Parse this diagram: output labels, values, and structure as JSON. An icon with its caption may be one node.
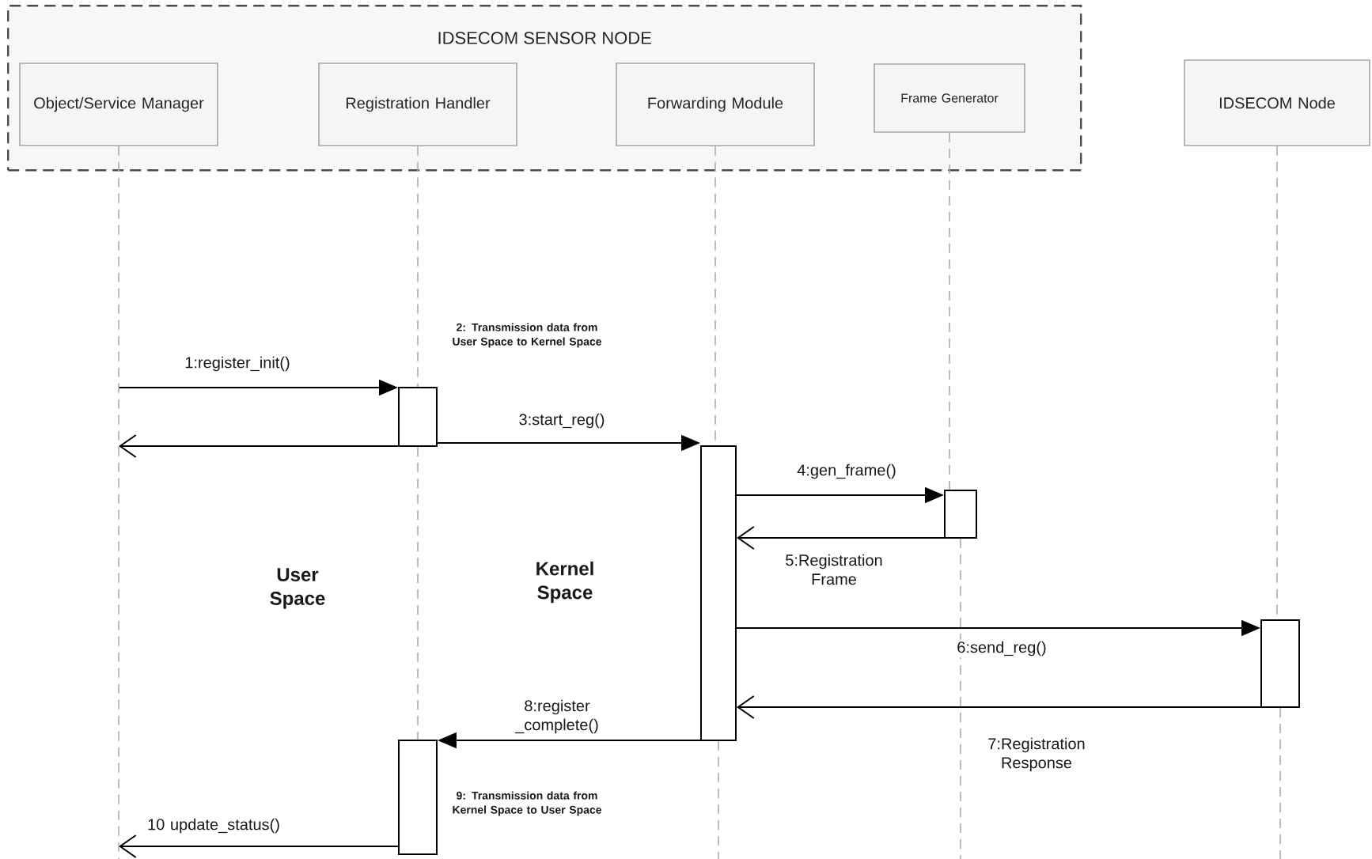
{
  "diagram": {
    "nodes": [
      {
        "text": [
          "IDSECOM SENSOR NODE"
        ]
      },
      {
        "text": [
          "Object/Service Manager"
        ],
        "in": 0
      },
      {
        "text": [
          "Registration Handler"
        ],
        "in": 0
      },
      {
        "text": [
          "Forwarding Module"
        ],
        "in": 0
      },
      {
        "text": [
          "Frame Generator"
        ],
        "in": 0
      },
      {
        "text": [
          "IDSECOM Node"
        ]
      },
      {
        "text": [],
        "shape": "bar",
        "beside": [
          "2: Transmission data from User Space to Kernel Space"
        ]
      },
      {
        "text": [],
        "shape": "bar"
      },
      {
        "text": [],
        "shape": "bar"
      },
      {
        "text": [],
        "shape": "bar"
      },
      {
        "text": [],
        "shape": "bar",
        "beside": [
          "9: Transmission data from Kernel Space to User Space"
        ]
      }
    ],
    "edges": [
      {
        "from": null,
        "to": 6,
        "arrow": "to",
        "label": "1:register_init()",
        "color": "#000000"
      },
      {
        "from": 6,
        "to": null,
        "arrow": "to",
        "color": "#000000"
      },
      {
        "from": 6,
        "to": 7,
        "arrow": "to",
        "label": "3:start_reg()",
        "color": "#000000"
      },
      {
        "from": 7,
        "to": 8,
        "arrow": "to",
        "label": "4:gen_frame()",
        "color": "#000000"
      },
      {
        "from": 8,
        "to": 7,
        "arrow": "to",
        "label": "5:Registration Frame",
        "color": "#000000"
      },
      {
        "from": 7,
        "to": 9,
        "arrow": "to",
        "label": "6:send_reg()",
        "color": "#000000"
      },
      {
        "from": 9,
        "to": 7,
        "arrow": "to",
        "label": "7:Registration Response",
        "color": "#000000"
      },
      {
        "from": 7,
        "to": 10,
        "arrow": "to",
        "label": "8:register _complete()",
        "color": "#000000"
      },
      {
        "from": 10,
        "to": null,
        "arrow": "to",
        "label": "10 update_status()",
        "color": "#000000"
      },
      {
        "from": 1,
        "to": null,
        "arrow": "none",
        "style": "dashed",
        "color": "#acacac"
      },
      {
        "from": 2,
        "to": 6,
        "arrow": "none",
        "style": "dashed",
        "color": "#acacac"
      },
      {
        "from": 6,
        "to": 10,
        "arrow": "none",
        "style": "dashed",
        "color": "#acacac"
      },
      {
        "from": 3,
        "to": 7,
        "arrow": "none",
        "style": "dashed",
        "color": "#acacac"
      },
      {
        "from": 7,
        "to": null,
        "arrow": "none",
        "style": "dashed",
        "color": "#acacac"
      },
      {
        "from": 4,
        "to": 8,
        "arrow": "none",
        "style": "dashed",
        "color": "#acacac"
      },
      {
        "from": 8,
        "to": null,
        "arrow": "none",
        "style": "dashed",
        "color": "#acacac"
      },
      {
        "from": 5,
        "to": 9,
        "arrow": "none",
        "style": "dashed",
        "color": "#acacac"
      },
      {
        "from": 9,
        "to": null,
        "arrow": "none",
        "style": "dashed",
        "color": "#acacac"
      }
    ],
    "labels": [
      "User Space",
      "Kernel Space"
    ]
  }
}
